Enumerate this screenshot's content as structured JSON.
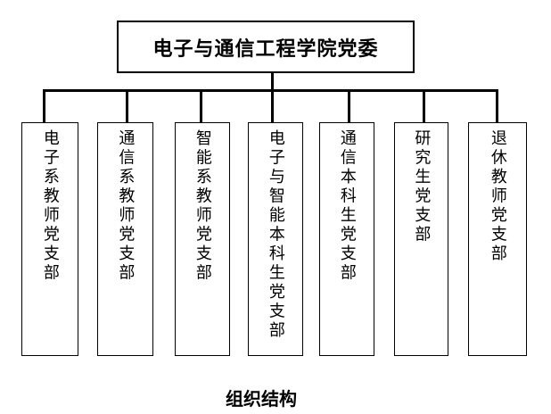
{
  "chart": {
    "type": "org-chart",
    "root": "电子与通信工程学院党委",
    "branches": [
      {
        "label": "电子系教师党支部"
      },
      {
        "label": "通信系教师党支部"
      },
      {
        "label": "智能系教师党支部"
      },
      {
        "label": "电子与智能本科生党支部"
      },
      {
        "label": "通信本科生党支部"
      },
      {
        "label": "研究生党支部"
      },
      {
        "label": "退休教师党支部"
      }
    ],
    "caption": "组织结构"
  },
  "colors": {
    "line": "#000000",
    "text": "#000000",
    "background": "#ffffff"
  }
}
